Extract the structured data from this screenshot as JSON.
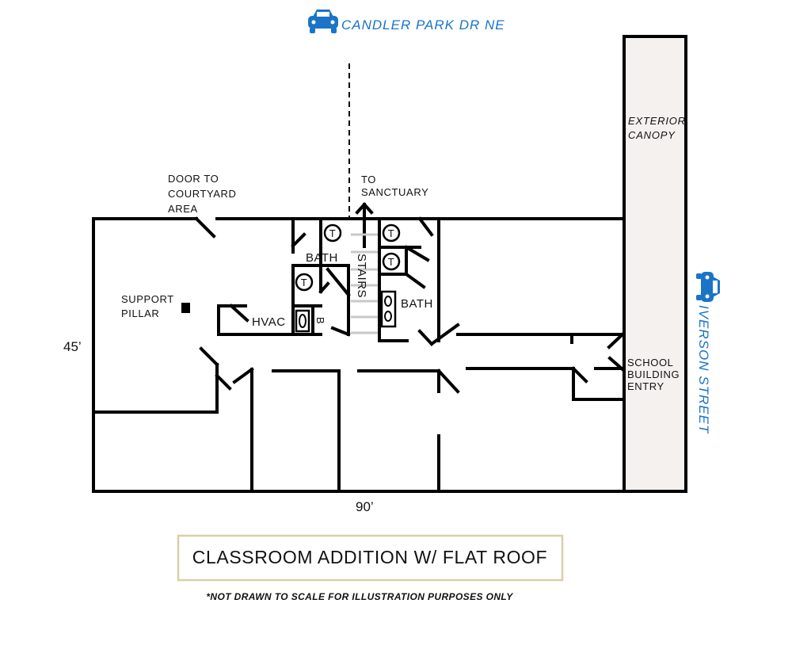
{
  "streets": {
    "top": "CANDLER PARK DR NE",
    "right": "IVERSON STREET"
  },
  "labels": {
    "door_courtyard": [
      "DOOR TO",
      "COURTYARD",
      "AREA"
    ],
    "to_sanctuary": [
      "TO",
      "SANCTUARY"
    ],
    "exterior_canopy": [
      "EXTERIOR",
      "CANOPY"
    ],
    "support_pillar": [
      "SUPPORT",
      "PILLAR"
    ],
    "bath_left": "BATH",
    "bath_right": "BATH",
    "hvac": "HVAC",
    "b": "B",
    "stairs": "STAIRS",
    "toilet": "T",
    "school_entry": [
      "SCHOOL",
      "BUILDING",
      "ENTRY"
    ]
  },
  "dimensions": {
    "height": "45’",
    "width": "90’"
  },
  "title": "CLASSROOM ADDITION W/ FLAT ROOF",
  "note": "*NOT DRAWN TO SCALE FOR ILLUSTRATION PURPOSES ONLY",
  "colors": {
    "street_blue": "#1a74c8",
    "canopy_fill": "#f4f1ef",
    "title_border": "#d8cfa8",
    "stair_gray": "#c8c8c8"
  }
}
